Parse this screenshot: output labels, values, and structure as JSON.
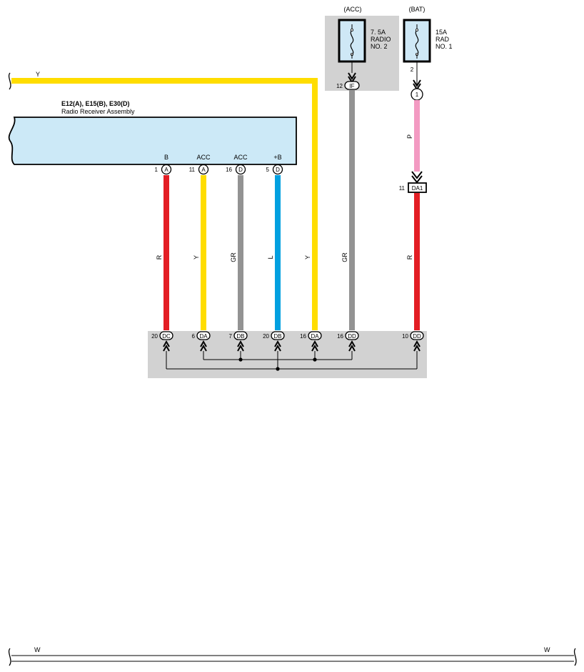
{
  "top_wire": {
    "color_code": "Y"
  },
  "bottom_wire": {
    "left_code": "W",
    "right_code": "W"
  },
  "fuse_acc": {
    "header": "(ACC)",
    "line1": "7. 5A",
    "line2": "RADIO",
    "line3": "NO. 2",
    "out_pin": "12",
    "out_connector": "IF"
  },
  "fuse_bat": {
    "header": "(BAT)",
    "line1": "15A",
    "line2": "RAD",
    "line3": "NO. 1",
    "out_pin": "2",
    "junction_label": "1"
  },
  "bat_wire": {
    "code": "P"
  },
  "da1": {
    "pin": "11",
    "label": "DA1"
  },
  "component": {
    "ids": "E12(A), E15(B), E30(D)",
    "name": "Radio Receiver Assembly"
  },
  "terminals": [
    {
      "name": "B",
      "pin": "1",
      "connector": "A"
    },
    {
      "name": "ACC",
      "pin": "11",
      "connector": "A"
    },
    {
      "name": "ACC",
      "pin": "16",
      "connector": "D"
    },
    {
      "name": "+B",
      "pin": "5",
      "connector": "D"
    }
  ],
  "wires": [
    {
      "code": "R",
      "color": "#e31e24"
    },
    {
      "code": "Y",
      "color": "#ffdd00"
    },
    {
      "code": "GR",
      "color": "#939393"
    },
    {
      "code": "L",
      "color": "#00a0e0"
    },
    {
      "code": "Y",
      "color": "#ffdd00"
    },
    {
      "code": "GR",
      "color": "#939393"
    },
    {
      "code": "R",
      "color": "#e31e24"
    }
  ],
  "bottom_pins": [
    {
      "pin": "20",
      "connector": "DC"
    },
    {
      "pin": "6",
      "connector": "DA"
    },
    {
      "pin": "7",
      "connector": "DB"
    },
    {
      "pin": "20",
      "connector": "DB"
    },
    {
      "pin": "16",
      "connector": "DA"
    },
    {
      "pin": "16",
      "connector": "DD"
    },
    {
      "pin": "10",
      "connector": "DD"
    }
  ],
  "colors": {
    "yellow": "#ffdd00",
    "red": "#e31e24",
    "gray": "#939393",
    "blue": "#00a0e0",
    "pink": "#f39ac2",
    "component_fill": "#cce9f7",
    "junction_fill": "#d2d2d2",
    "fuse_fill": "#cfe8f6"
  }
}
